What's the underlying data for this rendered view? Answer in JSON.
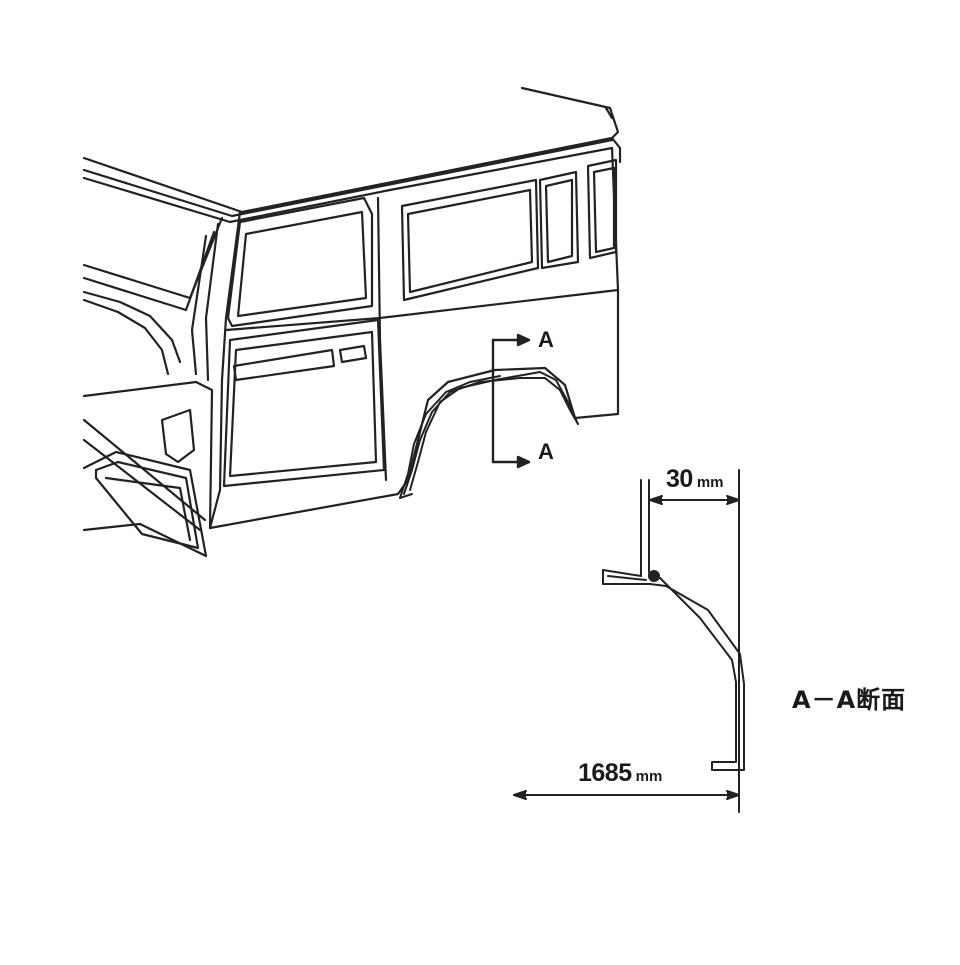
{
  "figure": {
    "section_marker_top": "A",
    "section_marker_bottom": "A",
    "dimension_top": {
      "value": "30",
      "unit": "mm"
    },
    "dimension_bottom": {
      "value": "1685",
      "unit": "mm"
    },
    "section_title": "A－A断面"
  }
}
